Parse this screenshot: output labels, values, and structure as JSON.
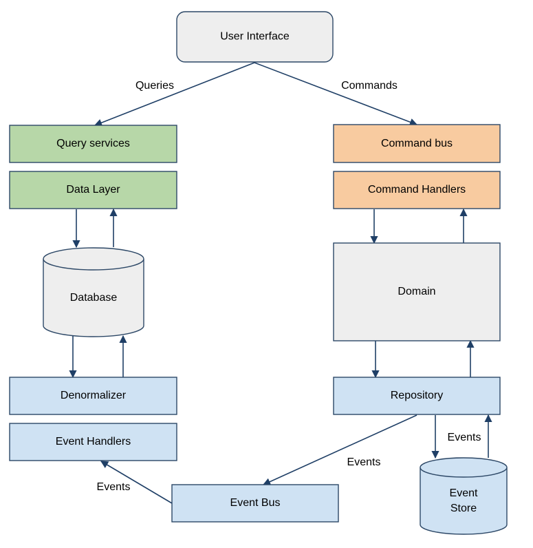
{
  "colors": {
    "ui_fill": "#eeeeee",
    "query_fill": "#b7d7a8",
    "command_fill": "#f8cba0",
    "event_fill": "#cfe2f3",
    "neutral_fill": "#eeeeee",
    "stroke": "#2c4766",
    "arrow": "#1f3f66"
  },
  "nodes": {
    "user_interface": "User Interface",
    "query_services": "Query services",
    "data_layer": "Data Layer",
    "database": "Database",
    "denormalizer": "Denormalizer",
    "event_handlers": "Event Handlers",
    "command_bus": "Command bus",
    "command_handlers": "Command Handlers",
    "domain": "Domain",
    "repository": "Repository",
    "event_store_line1": "Event",
    "event_store_line2": "Store",
    "event_bus": "Event Bus"
  },
  "edge_labels": {
    "queries": "Queries",
    "commands": "Commands",
    "events_repo_to_bus": "Events",
    "events_repo_to_store": "Events",
    "events_bus_to_handlers": "Events"
  }
}
